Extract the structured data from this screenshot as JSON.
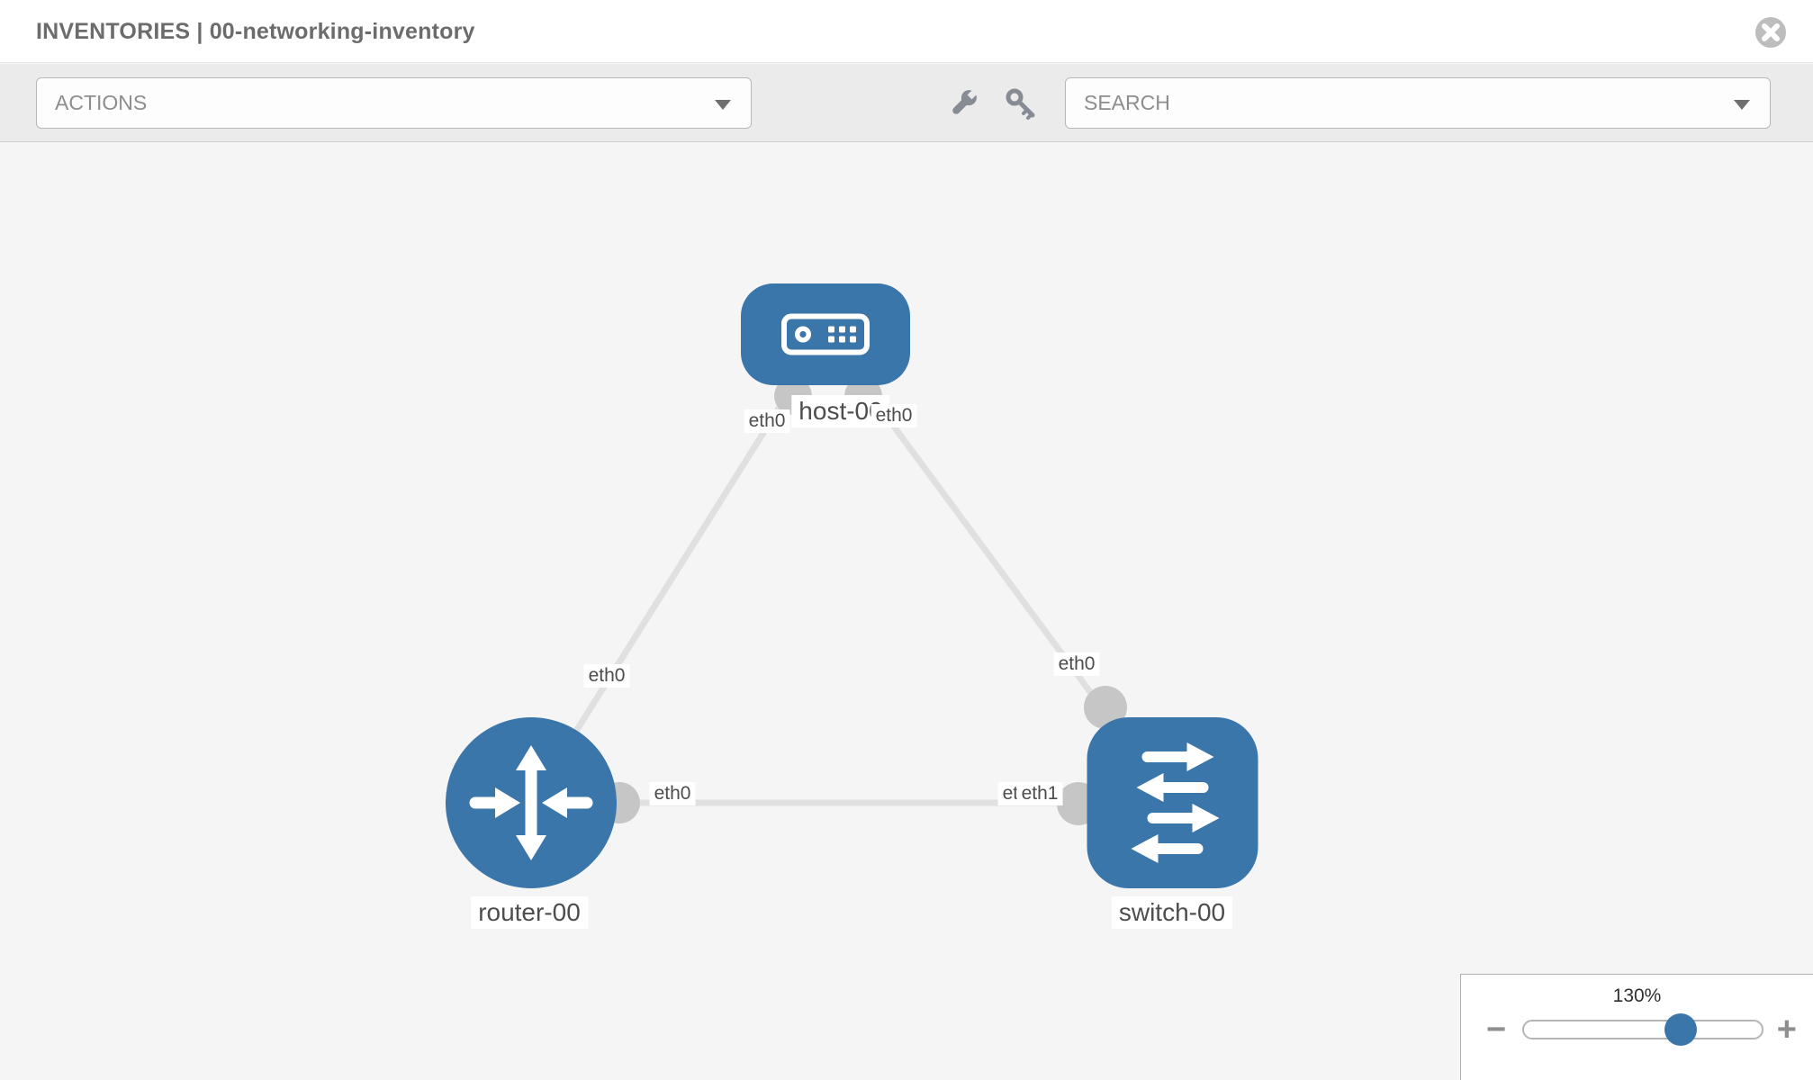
{
  "header": {
    "title": "INVENTORIES | 00-networking-inventory"
  },
  "toolbar": {
    "actions_label": "ACTIONS",
    "search_label": "SEARCH",
    "tool_icons": [
      "wrench",
      "key"
    ]
  },
  "topology": {
    "nodes": [
      {
        "name": "host-00",
        "type": "host"
      },
      {
        "name": "router-00",
        "type": "router"
      },
      {
        "name": "switch-00",
        "type": "switch"
      }
    ],
    "links": [
      {
        "source": "host-00",
        "target": "router-00",
        "source_interface": "eth0",
        "target_interface": "eth0"
      },
      {
        "source": "host-00",
        "target": "switch-00",
        "source_interface": "eth0",
        "target_interface": "eth0"
      },
      {
        "source": "router-00",
        "target": "switch-00",
        "source_interface": "eth0",
        "target_interface": "eth1",
        "occluded_label": "eth0",
        "rendered_overlap_text": "etleth1"
      }
    ]
  },
  "zoom_control": {
    "level": "130%",
    "zoom_out_symbol": "−",
    "zoom_in_symbol": "+"
  },
  "colors": {
    "node_blue": "#3b76ab",
    "edge_gray": "#e0e0e0",
    "connector_gray": "#c6c6c6",
    "toolbar_bg": "#ebebeb",
    "canvas_bg": "#f5f5f5"
  }
}
